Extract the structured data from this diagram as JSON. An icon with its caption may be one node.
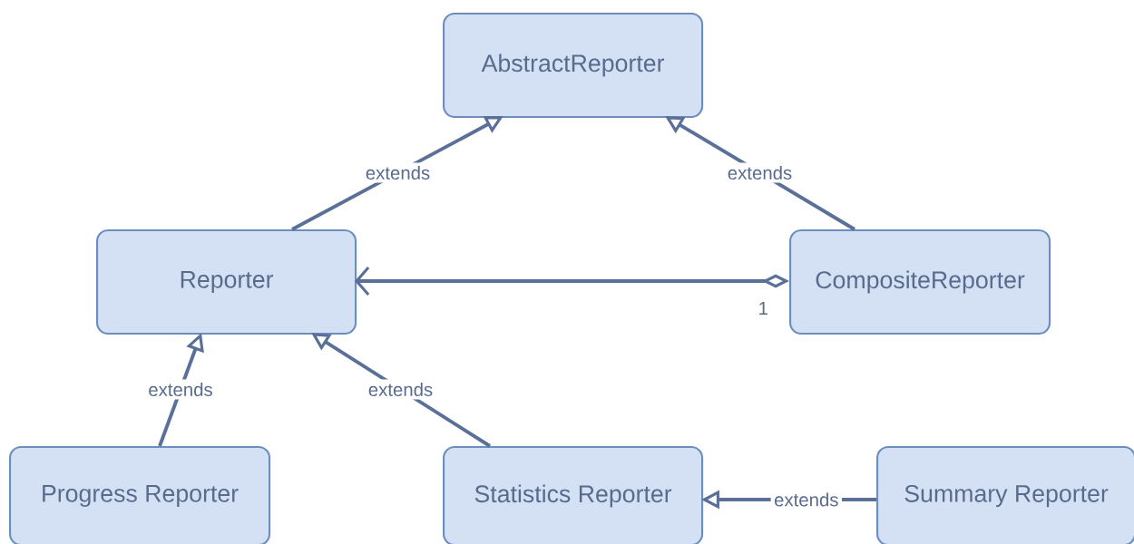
{
  "diagram": {
    "nodes": [
      {
        "text": [
          "AbstractReporter"
        ]
      },
      {
        "text": [
          "Reporter"
        ]
      },
      {
        "text": [
          "CompositeReporter"
        ]
      },
      {
        "text": [
          "Progress Reporter"
        ]
      },
      {
        "text": [
          "Statistics Reporter"
        ]
      },
      {
        "text": [
          "Summary Reporter"
        ]
      }
    ],
    "edges": [
      {
        "from": 1,
        "to": 0,
        "arrow": "to",
        "label": "extends"
      },
      {
        "from": 2,
        "to": 0,
        "arrow": "to",
        "label": "extends"
      },
      {
        "from": 2,
        "to": 1,
        "arrow": "to",
        "label": "1"
      },
      {
        "from": 3,
        "to": 1,
        "arrow": "to",
        "label": "extends"
      },
      {
        "from": 4,
        "to": 1,
        "arrow": "to",
        "label": "extends"
      },
      {
        "from": 5,
        "to": 4,
        "arrow": "to",
        "label": "extends"
      }
    ]
  }
}
